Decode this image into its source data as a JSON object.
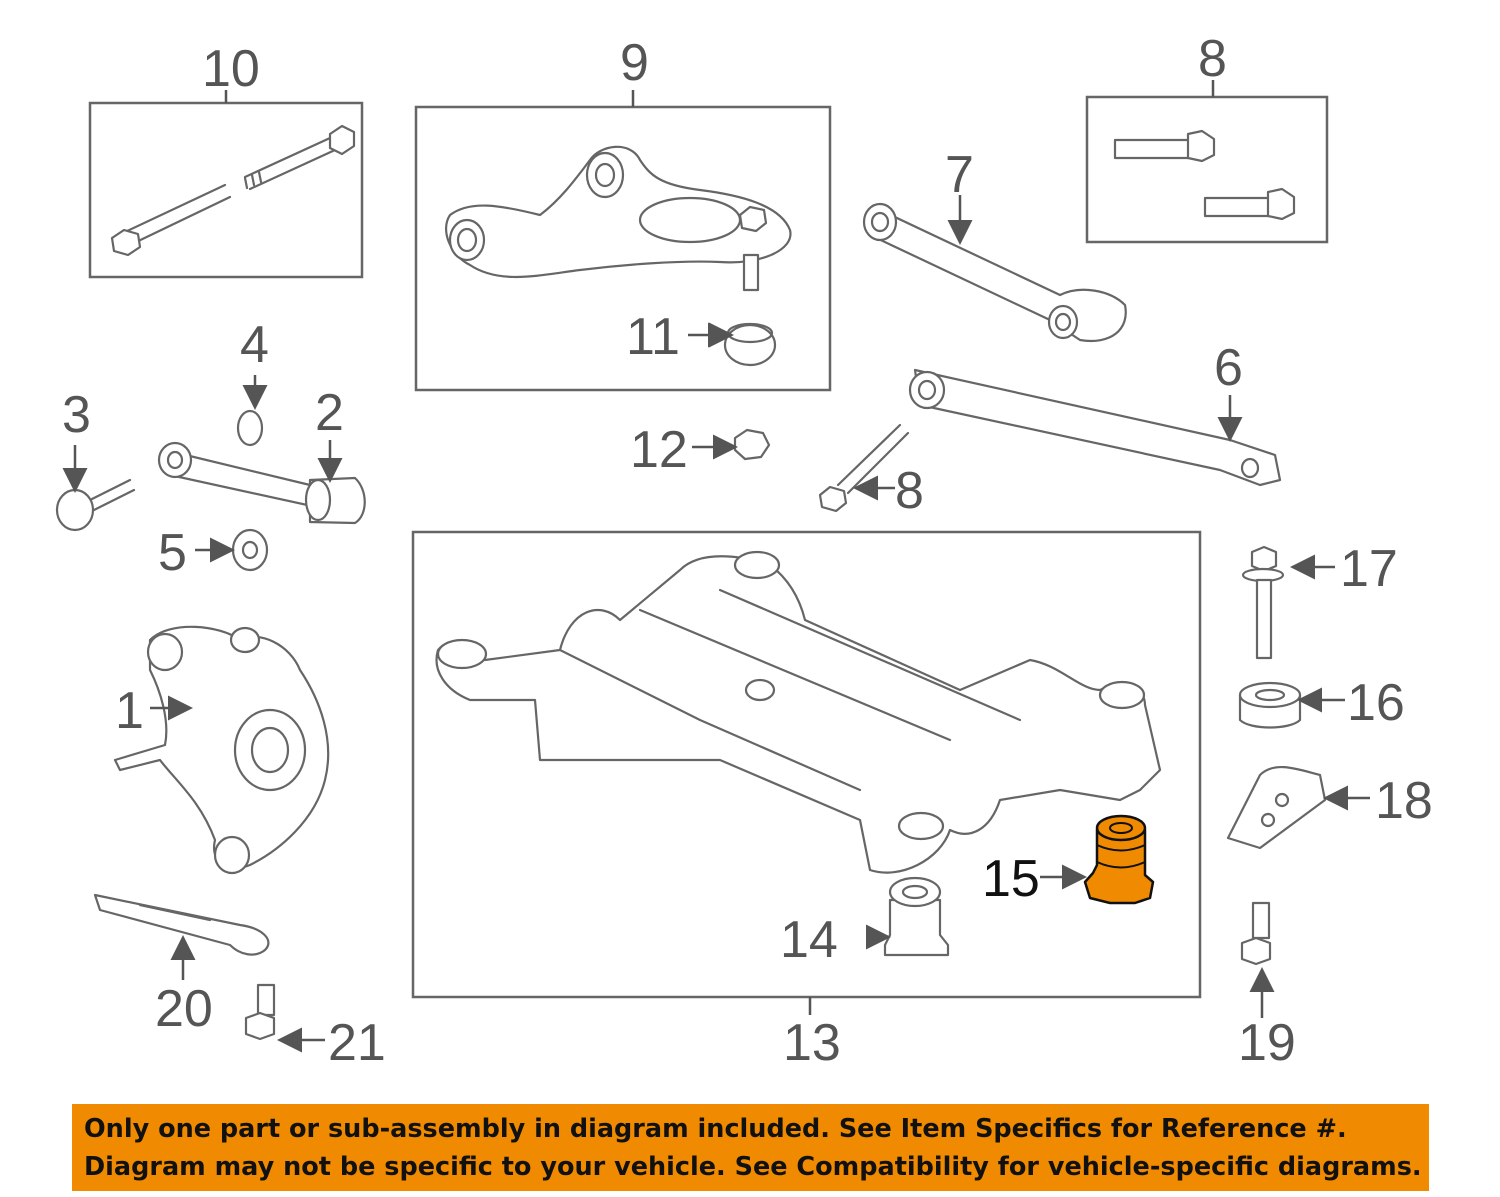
{
  "callouts": {
    "c1": "1",
    "c2": "2",
    "c3": "3",
    "c4": "4",
    "c5": "5",
    "c6": "6",
    "c7": "7",
    "c8a": "8",
    "c8b": "8",
    "c9": "9",
    "c10": "10",
    "c11": "11",
    "c12": "12",
    "c13": "13",
    "c14": "14",
    "c15": "15",
    "c16": "16",
    "c17": "17",
    "c18": "18",
    "c19": "19",
    "c20": "20",
    "c21": "21"
  },
  "highlight": {
    "part": "15",
    "color": "#f08a00"
  },
  "banner": {
    "line1": "Only one part or sub-assembly in diagram included. See Item Specifics for Reference #.",
    "line2": "Diagram may not be specific to your vehicle. See Compatibility for vehicle-specific diagrams.",
    "background": "#f08a00"
  }
}
